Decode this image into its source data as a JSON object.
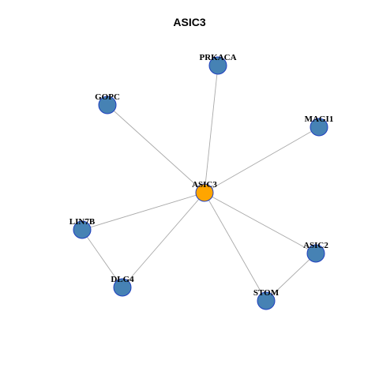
{
  "title": "ASIC3",
  "colors": {
    "hub_fill": "#FFA500",
    "node_fill": "#4682B4",
    "node_stroke": "#1F3FBF",
    "edge": "#A9A9A9"
  },
  "nodes": [
    {
      "id": "ASIC3",
      "label": "ASIC3",
      "role": "hub"
    },
    {
      "id": "PRKACA",
      "label": "PRKACA",
      "role": "neighbor"
    },
    {
      "id": "GOPC",
      "label": "GOPC",
      "role": "neighbor"
    },
    {
      "id": "MAGI1",
      "label": "MAGI1",
      "role": "neighbor"
    },
    {
      "id": "LIN7B",
      "label": "LIN7B",
      "role": "neighbor"
    },
    {
      "id": "DLG4",
      "label": "DLG4",
      "role": "neighbor"
    },
    {
      "id": "ASIC2",
      "label": "ASIC2",
      "role": "neighbor"
    },
    {
      "id": "STOM",
      "label": "STOM",
      "role": "neighbor"
    }
  ],
  "edges": [
    [
      "ASIC3",
      "PRKACA"
    ],
    [
      "ASIC3",
      "GOPC"
    ],
    [
      "ASIC3",
      "MAGI1"
    ],
    [
      "ASIC3",
      "LIN7B"
    ],
    [
      "ASIC3",
      "DLG4"
    ],
    [
      "ASIC3",
      "ASIC2"
    ],
    [
      "ASIC3",
      "STOM"
    ],
    [
      "LIN7B",
      "DLG4"
    ],
    [
      "ASIC2",
      "STOM"
    ]
  ]
}
